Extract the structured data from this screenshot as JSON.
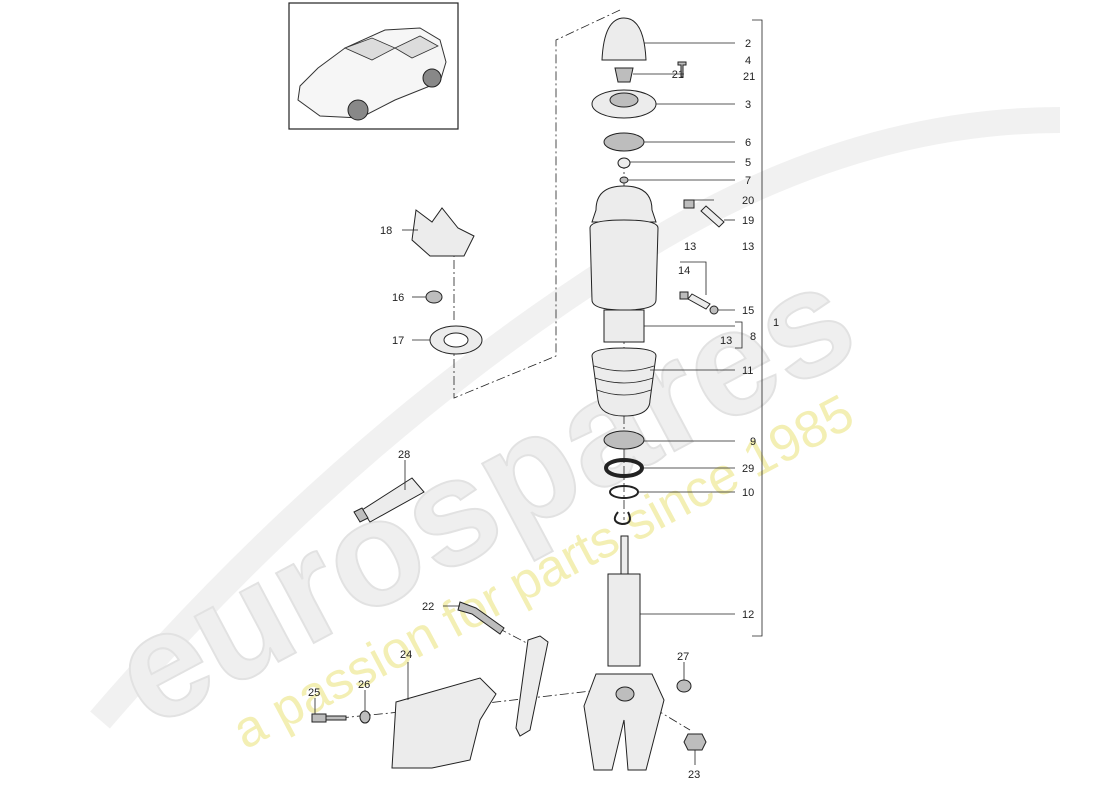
{
  "watermark": {
    "brand": "eurospares",
    "tagline": "a passion for parts since 1985"
  },
  "callouts": [
    {
      "id": "c-1",
      "text": "1"
    },
    {
      "id": "c-2",
      "text": "2"
    },
    {
      "id": "c-4",
      "text": "4"
    },
    {
      "id": "c-21a",
      "text": "21"
    },
    {
      "id": "c-21b",
      "text": "21"
    },
    {
      "id": "c-3",
      "text": "3"
    },
    {
      "id": "c-6",
      "text": "6"
    },
    {
      "id": "c-5",
      "text": "5"
    },
    {
      "id": "c-7",
      "text": "7"
    },
    {
      "id": "c-20",
      "text": "20"
    },
    {
      "id": "c-19",
      "text": "19"
    },
    {
      "id": "c-13a",
      "text": "13"
    },
    {
      "id": "c-13b",
      "text": "13"
    },
    {
      "id": "c-14",
      "text": "14"
    },
    {
      "id": "c-15",
      "text": "15"
    },
    {
      "id": "c-8",
      "text": "8"
    },
    {
      "id": "c-13c",
      "text": "13"
    },
    {
      "id": "c-11",
      "text": "11"
    },
    {
      "id": "c-9",
      "text": "9"
    },
    {
      "id": "c-29",
      "text": "29"
    },
    {
      "id": "c-10",
      "text": "10"
    },
    {
      "id": "c-12",
      "text": "12"
    },
    {
      "id": "c-18",
      "text": "18"
    },
    {
      "id": "c-16",
      "text": "16"
    },
    {
      "id": "c-17",
      "text": "17"
    },
    {
      "id": "c-28",
      "text": "28"
    },
    {
      "id": "c-22",
      "text": "22"
    },
    {
      "id": "c-24",
      "text": "24"
    },
    {
      "id": "c-25",
      "text": "25"
    },
    {
      "id": "c-26",
      "text": "26"
    },
    {
      "id": "c-27",
      "text": "27"
    },
    {
      "id": "c-23",
      "text": "23"
    }
  ]
}
